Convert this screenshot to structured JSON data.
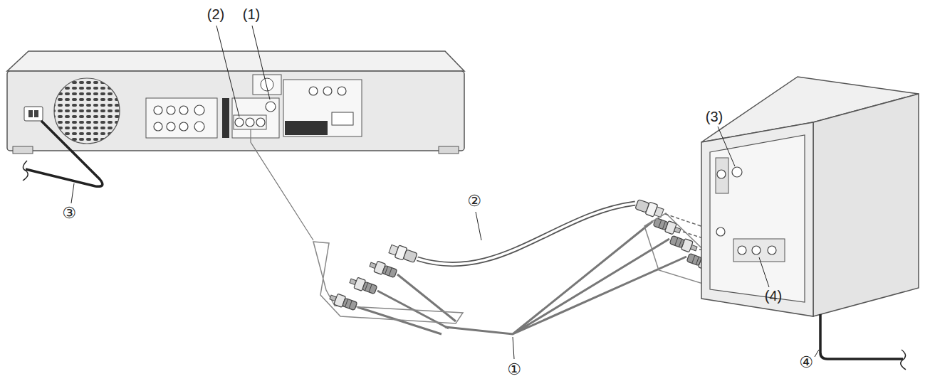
{
  "diagram": {
    "labels": [
      "(2)",
      "(1)",
      "(3)",
      "(4)",
      "①",
      "②",
      "③",
      "④"
    ]
  }
}
